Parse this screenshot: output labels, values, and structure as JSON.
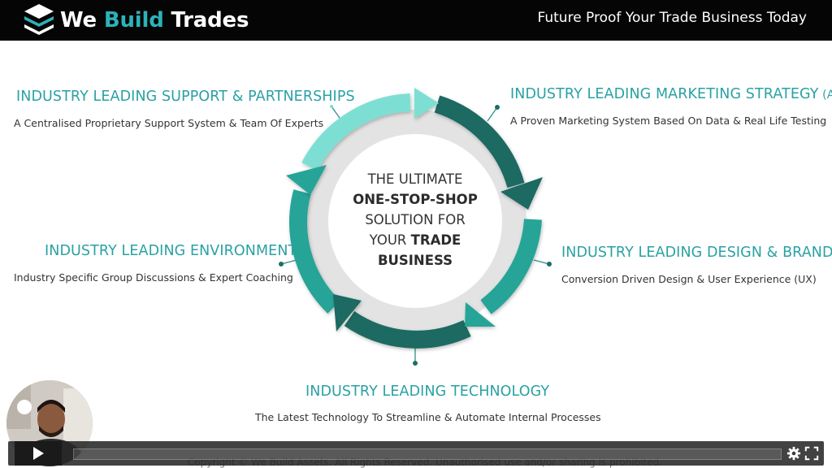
{
  "header": {
    "logo_prefix": "We ",
    "logo_accent": "Build",
    "logo_suffix": " Trades",
    "tagline": "Future Proof Your Trade Business Today"
  },
  "center": {
    "line1": "THE ULTIMATE",
    "line2": "ONE-STOP-SHOP",
    "line3": "SOLUTION FOR",
    "line4_plain": "YOUR ",
    "line4_bold": "TRADE",
    "line5": "BUSINESS"
  },
  "sections": {
    "support": {
      "title": "INDUSTRY LEADING SUPPORT & PARTNERSHIPS",
      "desc": "A Centralised Proprietary Support System & Team Of Experts"
    },
    "marketing": {
      "title": "INDUSTRY LEADING MARKETING STRATEGY",
      "title_suffix": " (AMM)",
      "desc": "A Proven Marketing System Based On Data & Real Life Testing"
    },
    "environment": {
      "title": "INDUSTRY LEADING ENVIRONMENT",
      "desc": "Industry Specific Group Discussions & Expert Coaching"
    },
    "design": {
      "title": "INDUSTRY LEADING DESIGN & BRANDING",
      "desc": "Conversion Driven Design & User Experience (UX)"
    },
    "technology": {
      "title": "INDUSTRY LEADING TECHNOLOGY",
      "desc": "The Latest Technology To Streamline & Automate Internal Processes"
    }
  },
  "footer": {
    "copyright": "Copyright © We Build Assets. All Rights Reserved. Unauthorised use and/or sharing is prohibited."
  },
  "icons": {
    "play": "play-icon",
    "settings": "gear-icon",
    "fullscreen": "fullscreen-icon"
  },
  "colors": {
    "brand_teal": "#2bb3b9",
    "heading_teal": "#2aa1a4",
    "arrow_light": "#7ddfd3",
    "arrow_mid": "#25a497",
    "arrow_dark": "#1b6a62"
  }
}
